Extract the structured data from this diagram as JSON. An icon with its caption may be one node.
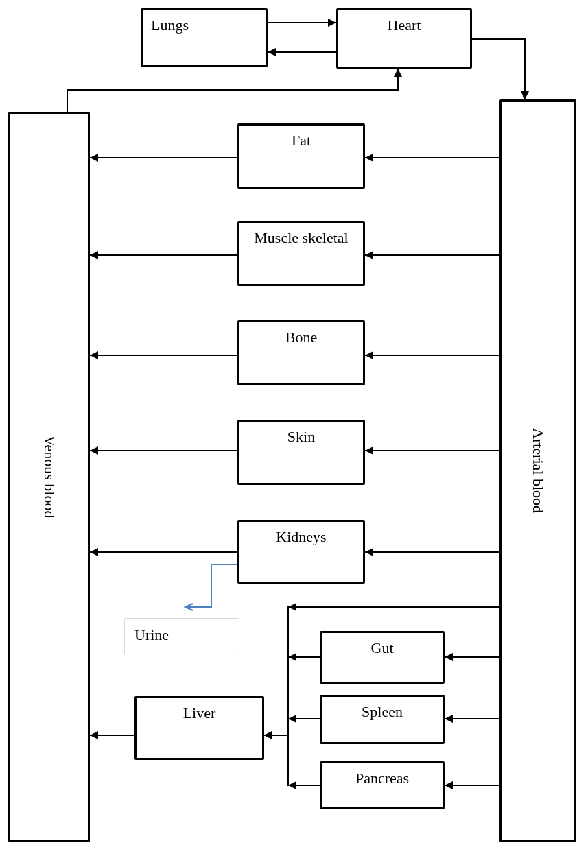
{
  "diagram": {
    "nodes": [
      {
        "text": [
          "Lungs"
        ]
      },
      {
        "text": [
          "Heart"
        ]
      },
      {
        "text": [
          "Venous blood"
        ]
      },
      {
        "text": [
          "Arterial blood"
        ]
      },
      {
        "text": [
          "Fat"
        ]
      },
      {
        "text": [
          "Muscle skeletal"
        ]
      },
      {
        "text": [
          "Bone"
        ]
      },
      {
        "text": [
          "Skin"
        ]
      },
      {
        "text": [
          "Kidneys"
        ]
      },
      {
        "text": [
          "Urine"
        ]
      },
      {
        "text": [
          "Gut"
        ]
      },
      {
        "text": [
          "Spleen"
        ]
      },
      {
        "text": [
          "Pancreas"
        ]
      },
      {
        "text": [
          "Liver"
        ]
      }
    ],
    "edges": [
      {
        "from": 0,
        "to": 1,
        "arrow": "to"
      },
      {
        "from": 1,
        "to": 0,
        "arrow": "to"
      },
      {
        "from": 1,
        "to": 3,
        "arrow": "to"
      },
      {
        "from": 2,
        "to": 1,
        "arrow": "to"
      },
      {
        "from": 3,
        "to": 4,
        "arrow": "to"
      },
      {
        "from": 4,
        "to": 2,
        "arrow": "to"
      },
      {
        "from": 3,
        "to": 5,
        "arrow": "to"
      },
      {
        "from": 5,
        "to": 2,
        "arrow": "to"
      },
      {
        "from": 3,
        "to": 6,
        "arrow": "to"
      },
      {
        "from": 6,
        "to": 2,
        "arrow": "to"
      },
      {
        "from": 3,
        "to": 7,
        "arrow": "to"
      },
      {
        "from": 7,
        "to": 2,
        "arrow": "to"
      },
      {
        "from": 3,
        "to": 8,
        "arrow": "to"
      },
      {
        "from": 8,
        "to": 2,
        "arrow": "to"
      },
      {
        "from": 8,
        "to": 9,
        "arrow": "to",
        "color": "#4f81bd"
      },
      {
        "from": 3,
        "to": 13,
        "arrow": "to"
      },
      {
        "from": 3,
        "to": 10,
        "arrow": "to"
      },
      {
        "from": 10,
        "to": 13,
        "arrow": "to"
      },
      {
        "from": 3,
        "to": 11,
        "arrow": "to"
      },
      {
        "from": 11,
        "to": 13,
        "arrow": "to"
      },
      {
        "from": 3,
        "to": 12,
        "arrow": "to"
      },
      {
        "from": 12,
        "to": 13,
        "arrow": "to"
      },
      {
        "from": 13,
        "to": 2,
        "arrow": "to"
      }
    ]
  }
}
